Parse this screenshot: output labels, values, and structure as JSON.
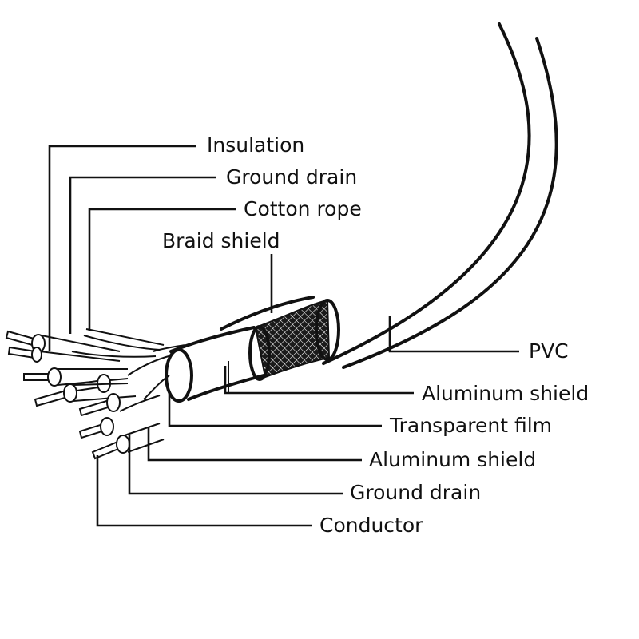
{
  "labels": {
    "insulation": "Insulation",
    "ground_drain_top": "Ground drain",
    "cotton_rope": "Cotton rope",
    "braid_shield": "Braid shield",
    "pvc": "PVC",
    "aluminum_shield_outer": "Aluminum shield",
    "transparent_film": "Transparent film",
    "aluminum_shield_inner": "Aluminum shield",
    "ground_drain_bottom": "Ground drain",
    "conductor": "Conductor"
  }
}
